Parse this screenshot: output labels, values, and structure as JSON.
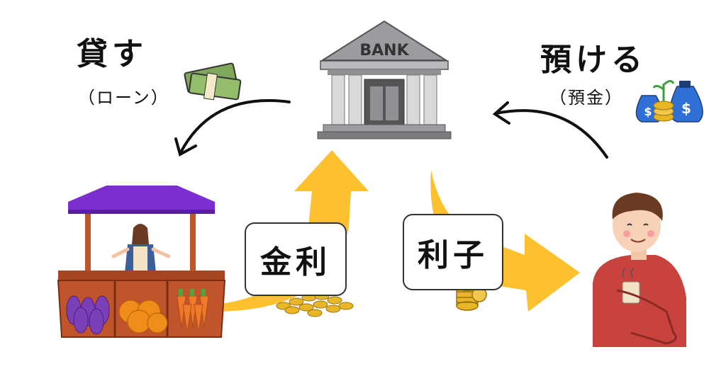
{
  "labels": {
    "lend": "貸す",
    "loan": "（ローン）",
    "deposit": "預ける",
    "deposit_sub": "（預金）",
    "interest_rate": "金利",
    "interest": "利子"
  },
  "bank_sign": "BANK",
  "colors": {
    "arrow_yellow": "#FDC02F",
    "awning_purple": "#7B2FD0",
    "wood": "#C0552B",
    "shirt_red": "#C9433E",
    "hair_brown": "#6B3A22",
    "coin_gold": "#E8B627",
    "bank_gray": "#8E9094"
  },
  "icons": [
    "money-stack-icon",
    "money-bags-icon",
    "bank-icon",
    "market-stall-icon",
    "person-with-cup-icon",
    "coin-pile-icon",
    "coin-stack-icon"
  ]
}
